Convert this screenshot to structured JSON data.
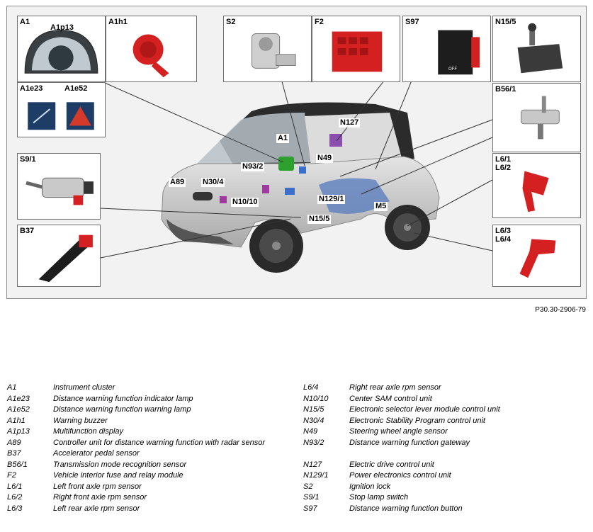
{
  "figure_code": "P30.30-2906-79",
  "panels": {
    "A1": "A1",
    "A1p13": "A1p13",
    "A1h1": "A1h1",
    "A1e23": "A1e23",
    "A1e52": "A1e52",
    "S2": "S2",
    "F2": "F2",
    "S97": "S97",
    "N15_5": "N15/5",
    "B56_1": "B56/1",
    "S9_1": "S9/1",
    "L6_1": "L6/1",
    "L6_2": "L6/2",
    "L6_3": "L6/3",
    "L6_4": "L6/4",
    "B37": "B37"
  },
  "s97_button_text": "OFF",
  "callouts": {
    "A1": "A1",
    "N127": "N127",
    "N49": "N49",
    "N93_2": "N93/2",
    "A89": "A89",
    "N30_4": "N30/4",
    "N10_10": "N10/10",
    "N129_1": "N129/1",
    "M5": "M5",
    "N15_5": "N15/5"
  },
  "legend_left": [
    {
      "code": "A1",
      "desc": "Instrument cluster"
    },
    {
      "code": "A1e23",
      "desc": "Distance warning function indicator lamp"
    },
    {
      "code": "A1e52",
      "desc": "Distance warning function warning lamp"
    },
    {
      "code": "A1h1",
      "desc": "Warning buzzer"
    },
    {
      "code": "A1p13",
      "desc": "Multifunction display"
    },
    {
      "code": "A89",
      "desc": "Controller unit for distance warning function with radar sensor"
    },
    {
      "code": "B37",
      "desc": "Accelerator pedal sensor"
    },
    {
      "code": "B56/1",
      "desc": "Transmission mode recognition sensor"
    },
    {
      "code": "F2",
      "desc": "Vehicle interior fuse and relay module"
    },
    {
      "code": "L6/1",
      "desc": "Left front axle rpm sensor"
    },
    {
      "code": "L6/2",
      "desc": "Right front axle rpm sensor"
    },
    {
      "code": "L6/3",
      "desc": "Left rear axle rpm sensor"
    }
  ],
  "legend_right": [
    {
      "code": "L6/4",
      "desc": "Right rear axle rpm sensor"
    },
    {
      "code": "N10/10",
      "desc": "Center SAM control unit"
    },
    {
      "code": "N15/5",
      "desc": "Electronic selector lever module control unit"
    },
    {
      "code": "N30/4",
      "desc": "Electronic Stability Program control unit"
    },
    {
      "code": "N49",
      "desc": "Steering wheel angle sensor"
    },
    {
      "code": "N93/2",
      "desc": "Distance warning function gateway"
    },
    {
      "code": "",
      "desc": ""
    },
    {
      "code": "N127",
      "desc": "Electric drive control unit"
    },
    {
      "code": "N129/1",
      "desc": "Power electronics control unit"
    },
    {
      "code": "S2",
      "desc": "Ignition lock"
    },
    {
      "code": "S9/1",
      "desc": "Stop lamp switch"
    },
    {
      "code": "S97",
      "desc": "Distance warning function button"
    }
  ],
  "colors": {
    "component_red": "#d42020",
    "car_body": "#c8c8c8",
    "lamp_blue": "#1d3d66"
  }
}
